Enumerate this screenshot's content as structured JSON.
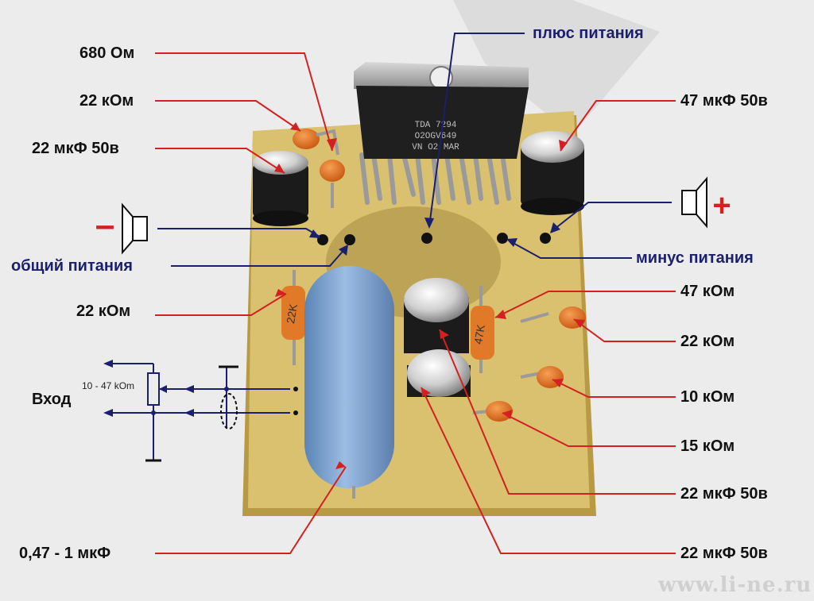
{
  "labels": {
    "r680": "680 Ом",
    "r22k_top": "22 кОм",
    "c22_top": "22 мкФ 50в",
    "plus_power": "плюс питания",
    "c47": "47 мкФ 50в",
    "common_power": "общий питания",
    "minus_power": "минус питания",
    "r22k_left": "22 кОм",
    "r47k": "47 кОм",
    "r22k_right": "22 кОм",
    "r10k": "10 кОм",
    "r15k": "15 кОм",
    "c22_mid": "22 мкФ 50в",
    "c22_bottom": "22 мкФ 50в",
    "cap_047": "0,47 - 1 мкФ",
    "input": "Вход",
    "pot": "10 - 47 kOm"
  },
  "chip": {
    "line1": "TDA 7294",
    "line2": "O2OGV649",
    "line3": "VN O2 MAR"
  },
  "resistor_marks": {
    "left": "22K",
    "right": "47K"
  },
  "symbols": {
    "minus": "–",
    "plus": "+"
  },
  "watermark": "www.li-ne.ru",
  "colors": {
    "background": "#ececec",
    "board": "#d9c170",
    "leader_red": "#d42020",
    "leader_blue": "#1a1f6e",
    "film_cap": "#7fa6cf",
    "ceramic": "#e8731c",
    "resistor": "#e07a28"
  }
}
